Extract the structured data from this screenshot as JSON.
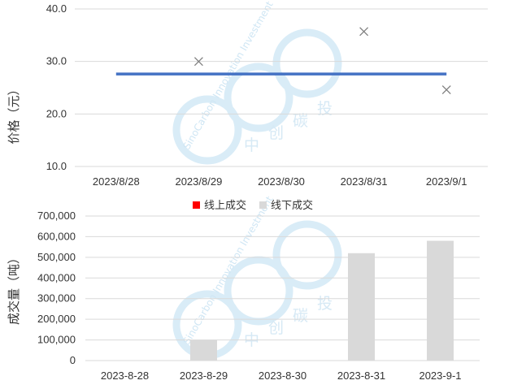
{
  "chart_data": [
    {
      "type": "line",
      "categories": [
        "2023/8/28",
        "2023/8/29",
        "2023/8/30",
        "2023/8/31",
        "2023/9/1"
      ],
      "ylabel": "价格（元）",
      "ylim": [
        10.0,
        40.0
      ],
      "yticks": [
        "10.0",
        "20.0",
        "30.0",
        "40.0"
      ],
      "grid": true,
      "series": [
        {
          "kind": "line",
          "values": [
            27.6,
            27.6,
            27.6,
            27.6,
            27.6
          ],
          "color": "#4472c4"
        },
        {
          "kind": "scatter",
          "marker": "x",
          "values": [
            null,
            30.0,
            null,
            35.7,
            24.6
          ],
          "color": "#7f7f7f"
        }
      ]
    },
    {
      "type": "bar",
      "categories": [
        "2023-8-28",
        "2023-8-29",
        "2023-8-30",
        "2023-8-31",
        "2023-9-1"
      ],
      "ylabel": "成交量（吨）",
      "ylim": [
        0,
        700000
      ],
      "yticks": [
        "0",
        "100,000",
        "200,000",
        "300,000",
        "400,000",
        "500,000",
        "600,000",
        "700,000"
      ],
      "grid": true,
      "legend_position": "top",
      "series": [
        {
          "name": "线上成交",
          "values": [
            0,
            0,
            0,
            0,
            0
          ],
          "color": "#ff0000"
        },
        {
          "name": "线下成交",
          "values": [
            0,
            100000,
            0,
            520000,
            580000
          ],
          "color": "#d9d9d9"
        }
      ]
    }
  ],
  "watermark": {
    "text": "SinoCarbon Innovation Investment",
    "cn": [
      "中",
      "创",
      "碳",
      "投"
    ]
  }
}
